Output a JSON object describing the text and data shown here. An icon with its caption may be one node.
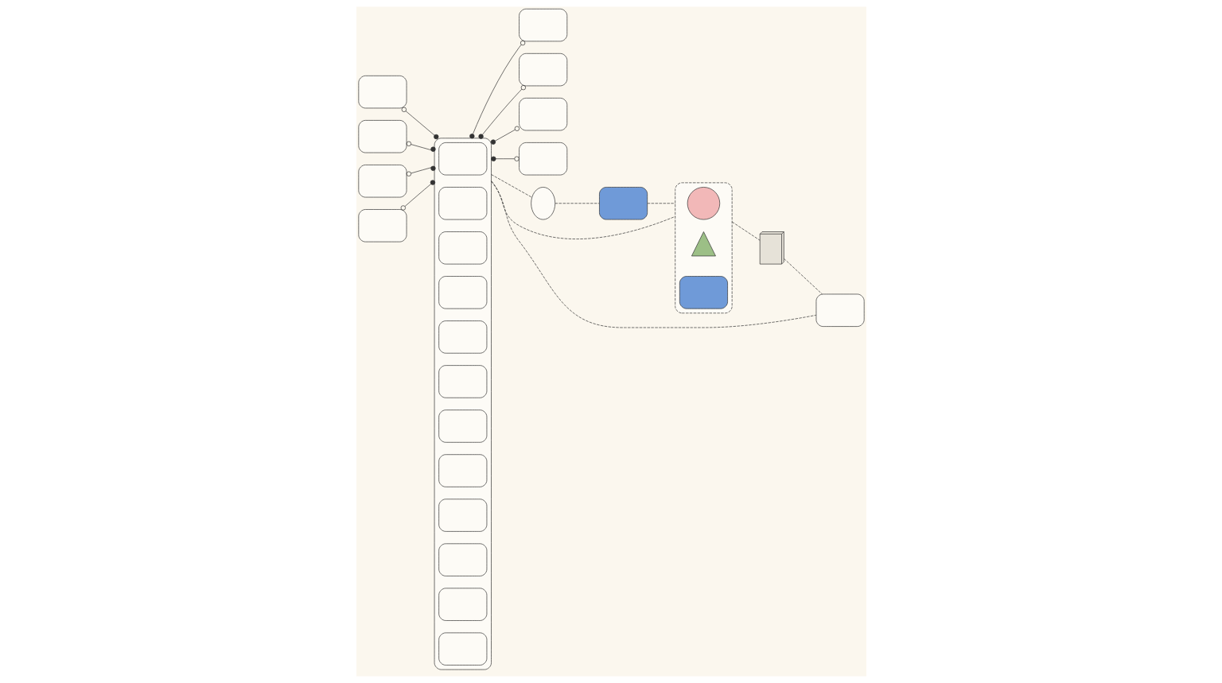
{
  "diagram": {
    "nodes": [
      {
        "text": [],
        "shape": "box"
      },
      {
        "text": [],
        "shape": "box"
      },
      {
        "text": [],
        "shape": "box"
      },
      {
        "text": [],
        "shape": "box"
      },
      {
        "text": [],
        "shape": "box"
      },
      {
        "text": [],
        "shape": "box",
        "in": 4
      },
      {
        "text": [],
        "shape": "box",
        "in": 4
      },
      {
        "text": [],
        "shape": "box",
        "in": 4
      },
      {
        "text": [],
        "shape": "box",
        "in": 4
      },
      {
        "text": [],
        "shape": "box",
        "in": 4
      },
      {
        "text": [],
        "shape": "box",
        "in": 4
      },
      {
        "text": [],
        "shape": "box",
        "in": 4
      },
      {
        "text": [],
        "shape": "box",
        "in": 4
      },
      {
        "text": [],
        "shape": "box",
        "in": 4
      },
      {
        "text": [],
        "shape": "box",
        "in": 4
      },
      {
        "text": [],
        "shape": "box",
        "in": 4
      },
      {
        "text": [],
        "shape": "box",
        "in": 4
      },
      {
        "text": [],
        "shape": "box"
      },
      {
        "text": [],
        "shape": "box"
      },
      {
        "text": [],
        "shape": "box"
      },
      {
        "text": [],
        "shape": "box"
      },
      {
        "text": [],
        "shape": "cloud"
      },
      {
        "text": [],
        "shape": "box"
      },
      {
        "text": [],
        "shape": "box"
      },
      {
        "text": [],
        "shape": "circle",
        "in": 23
      },
      {
        "text": [],
        "shape": "triangle",
        "in": 23
      },
      {
        "text": [],
        "shape": "box",
        "in": 23
      },
      {
        "text": [],
        "shape": "server"
      },
      {
        "text": [],
        "shape": "box"
      }
    ],
    "edges": [
      {
        "from": 0,
        "to": 4,
        "arrow": "other"
      },
      {
        "from": 1,
        "to": 4,
        "arrow": "other"
      },
      {
        "from": 2,
        "to": 4,
        "arrow": "other"
      },
      {
        "from": 3,
        "to": 4,
        "arrow": "other"
      },
      {
        "from": 4,
        "to": 17,
        "arrow": "other"
      },
      {
        "from": 4,
        "to": 18,
        "arrow": "other"
      },
      {
        "from": 4,
        "to": 19,
        "arrow": "other"
      },
      {
        "from": 4,
        "to": 20,
        "arrow": "other"
      },
      {
        "from": 4,
        "to": 21,
        "arrow": "none",
        "style": "dashed"
      },
      {
        "from": 4,
        "to": 23,
        "arrow": "none",
        "style": "dashed"
      },
      {
        "from": 4,
        "to": 28,
        "arrow": "none",
        "style": "dashed"
      },
      {
        "from": 21,
        "to": 22,
        "arrow": "none",
        "style": "dashed"
      },
      {
        "from": 22,
        "to": 23,
        "arrow": "none",
        "style": "dashed"
      },
      {
        "from": 23,
        "to": 27,
        "arrow": "none",
        "style": "dashed"
      },
      {
        "from": 27,
        "to": 28,
        "arrow": "none",
        "style": "dashed"
      }
    ]
  }
}
